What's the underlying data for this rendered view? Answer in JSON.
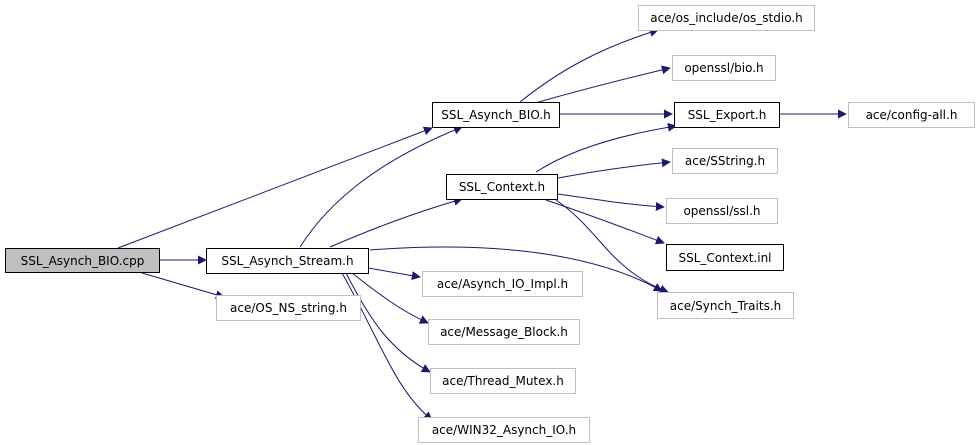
{
  "nodes": {
    "ssl_asynch_bio_cpp": "SSL_Asynch_BIO.cpp",
    "ssl_asynch_bio_h": "SSL_Asynch_BIO.h",
    "ssl_asynch_stream_h": "SSL_Asynch_Stream.h",
    "ssl_context_h": "SSL_Context.h",
    "ssl_export_h": "SSL_Export.h",
    "ssl_context_inl": "SSL_Context.inl",
    "os_stdio_h": "ace/os_include/os_stdio.h",
    "openssl_bio_h": "openssl/bio.h",
    "config_all_h": "ace/config-all.h",
    "sstring_h": "ace/SString.h",
    "openssl_ssl_h": "openssl/ssl.h",
    "synch_traits_h": "ace/Synch_Traits.h",
    "asynch_io_impl_h": "ace/Asynch_IO_Impl.h",
    "os_ns_string_h": "ace/OS_NS_string.h",
    "message_block_h": "ace/Message_Block.h",
    "thread_mutex_h": "ace/Thread_Mutex.h",
    "win32_asynch_io_h": "ace/WIN32_Asynch_IO.h"
  },
  "colors": {
    "edge": "#191970",
    "external_border": "#bfbfbf",
    "internal_border": "#000000",
    "root_fill": "#bfbfbf"
  }
}
